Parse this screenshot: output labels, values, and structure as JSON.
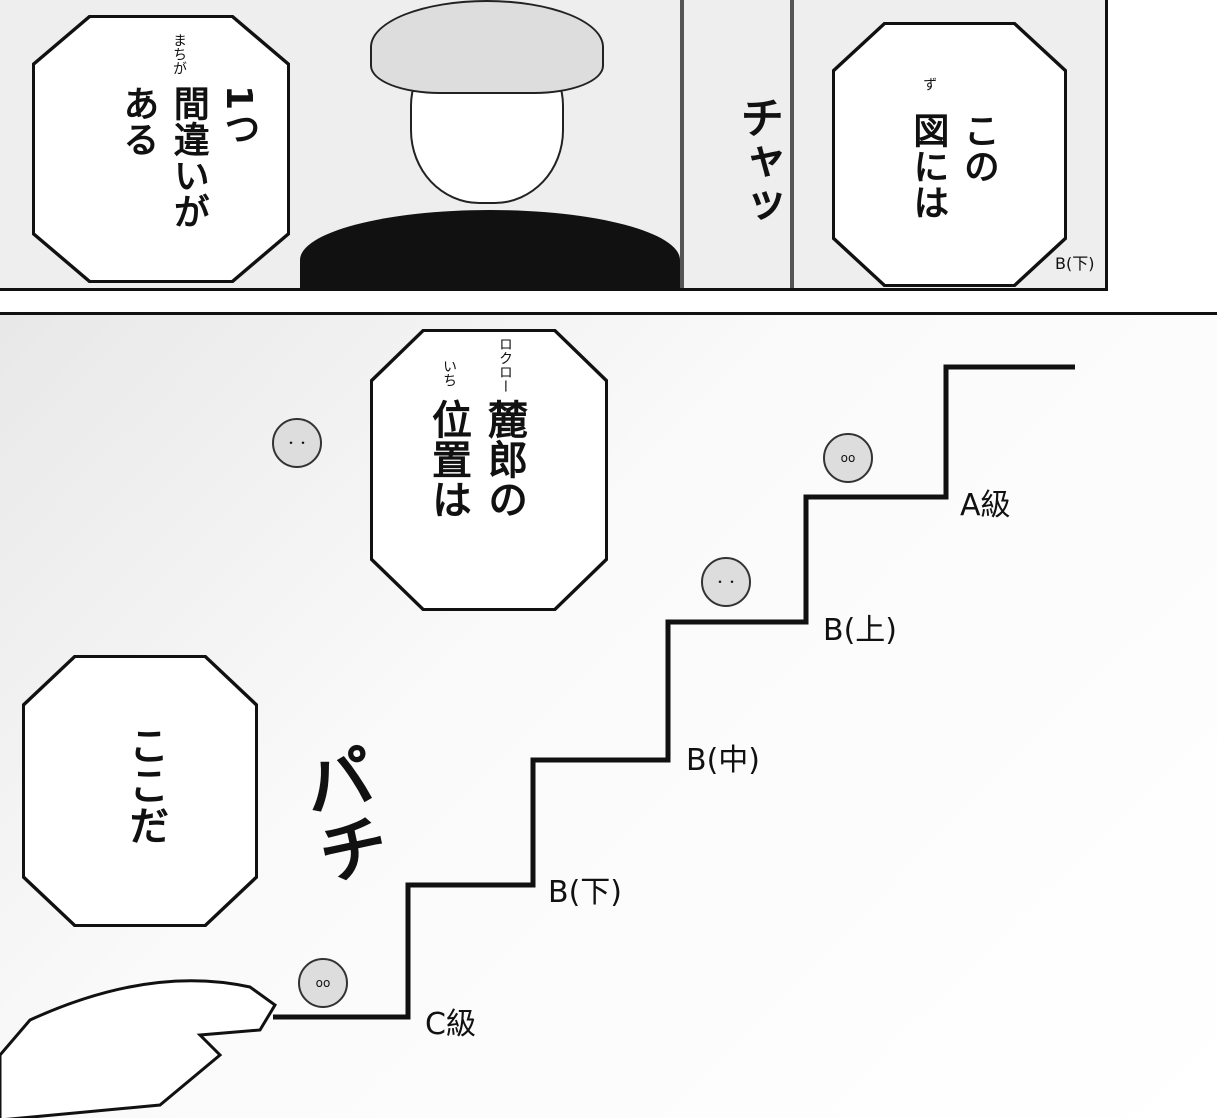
{
  "top_panel": {
    "bubble_left": {
      "text": "1つ\n間違いが\nある",
      "ruby": "まちが"
    },
    "bubble_right": {
      "text": "この\n図には",
      "ruby": "ず"
    },
    "sfx": "チャッ",
    "corner_label": "B(下)"
  },
  "bottom_panel": {
    "bubble_top": {
      "text": "麓郎の\n位置は",
      "ruby_name": "ロクロー",
      "ruby_position": "いち"
    },
    "bubble_bottom": {
      "text": "ここだ"
    },
    "sfx": "パチ",
    "steps": [
      "C級",
      "B(下)",
      "B(中)",
      "B(上)",
      "A級"
    ]
  }
}
